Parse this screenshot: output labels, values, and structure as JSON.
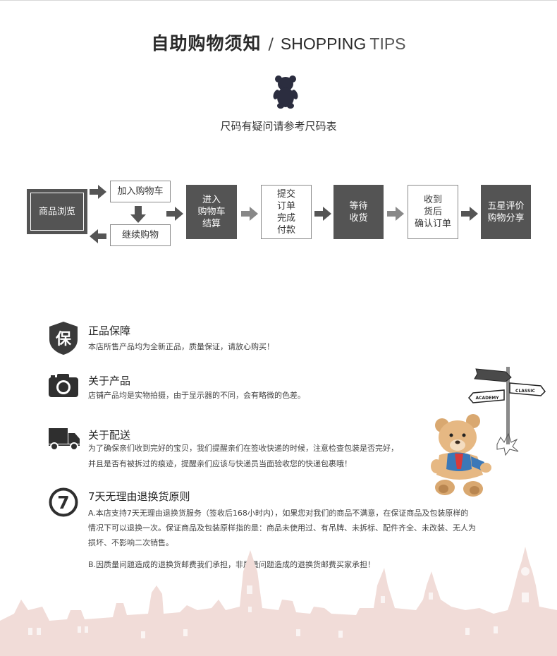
{
  "header": {
    "title_cn": "自助购物须知",
    "separator": "/",
    "title_en_bold": "SHOPPING",
    "title_en_light": "TIPS",
    "subtitle": "尺码有疑问请参考尺码表"
  },
  "flow": {
    "browse": "商品浏览",
    "add_cart": "加入购物车",
    "continue": "继续购物",
    "checkout": [
      "进入",
      "购物车",
      "结算"
    ],
    "submit": [
      "提交",
      "订单",
      "完成",
      "付款"
    ],
    "wait": [
      "等待",
      "收货"
    ],
    "confirm": [
      "收到",
      "货后",
      "确认订单"
    ],
    "review": [
      "五星评价",
      "购物分享"
    ]
  },
  "features": {
    "genuine": {
      "icon": "shield-bao-icon",
      "icon_char": "保",
      "title": "正品保障",
      "lines": [
        "本店所售产品均为全新正品，质量保证，请放心购买！"
      ]
    },
    "product": {
      "icon": "camera-icon",
      "title": "关于产品",
      "lines": [
        "店铺产品均是实物拍摄，由于显示器的不同，会有略微的色差。"
      ]
    },
    "delivery": {
      "icon": "truck-icon",
      "title": "关于配送",
      "lines": [
        "为了确保亲们收到完好的宝贝，我们提醒亲们在签收快递的时候，注意检查包装是否完好，",
        "并且是否有被拆过的痕迹，提醒亲们应该与快递员当面验收您的快递包裹哦！"
      ]
    },
    "returns": {
      "icon": "seven-days-icon",
      "icon_char": "7",
      "title": "7天无理由退换货原则",
      "lines_a": [
        "A.本店支持7天无理由退换货服务（签收后168小时内），如果您对我们的商品不满意，在保证商品及包装原样的",
        "情况下可以退换一次。保证商品及包装原样指的是：商品未使用过、有吊牌、未拆标、配件齐全、未改装、无人为",
        "损坏、不影响二次销售。"
      ],
      "line_b": "B.因质量问题造成的退换货邮费我们承担，非质量问题造成的退换货邮费买家承担！"
    }
  },
  "illustration": {
    "sign_top": "",
    "sign_right": "CLASSIC",
    "sign_left": "ACADEMY"
  },
  "colors": {
    "dark_box": "#545454",
    "arrow": "#555555",
    "skyline": "#f1dcd8"
  }
}
